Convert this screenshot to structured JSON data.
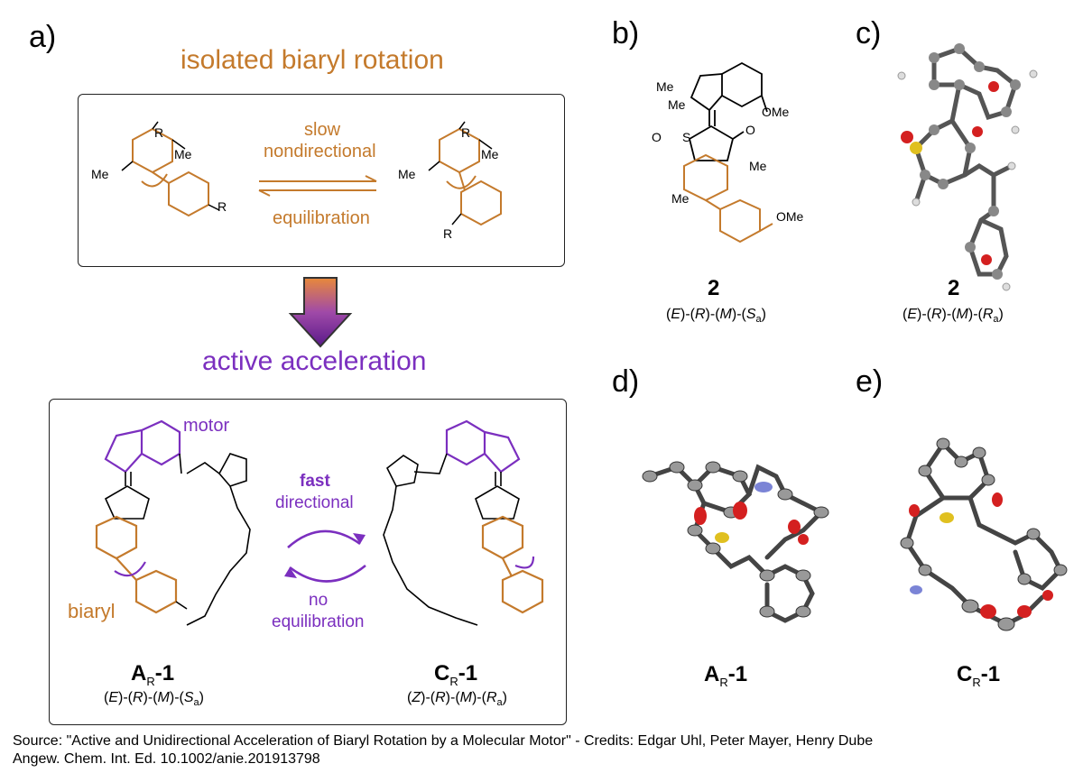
{
  "panels": {
    "a": "a)",
    "b": "b)",
    "c": "c)",
    "d": "d)",
    "e": "e)"
  },
  "heading_top": "isolated biaryl rotation",
  "heading_bottom": "active acceleration",
  "top_box": {
    "label_slow": "slow",
    "label_nondirectional": "nondirectional",
    "label_equilibration": "equilibration",
    "sub_r": "R",
    "sub_me": "Me"
  },
  "bottom_box": {
    "label_fast": "fast",
    "label_directional": "directional",
    "label_no": "no",
    "label_equilibration": "equilibration",
    "label_motor": "motor",
    "label_biaryl": "biaryl",
    "cmpd_left_main": "A",
    "cmpd_left_sub": "R",
    "cmpd_left_suffix": "-1",
    "cmpd_left_stereo": [
      "(",
      "E",
      ")-(",
      "R",
      ")-(",
      "M",
      ")-(",
      "S",
      "a",
      ")"
    ],
    "cmpd_right_main": "C",
    "cmpd_right_sub": "R",
    "cmpd_right_suffix": "-1",
    "cmpd_right_stereo": [
      "(",
      "Z",
      ")-(",
      "R",
      ")-(",
      "M",
      ")-(",
      "R",
      "a",
      ")"
    ]
  },
  "panel_b": {
    "compound": "2",
    "stereo": [
      "(",
      "E",
      ")-(",
      "R",
      ")-(",
      "M",
      ")-(",
      "S",
      "a",
      ")"
    ],
    "me1": "Me",
    "me2": "Me",
    "ome": "OMe",
    "ome2": "OMe",
    "me3": "Me",
    "me4": "Me",
    "s": "S",
    "o": "O"
  },
  "panel_c": {
    "compound": "2",
    "stereo": [
      "(",
      "E",
      ")-(",
      "R",
      ")-(",
      "M",
      ")-(",
      "R",
      "a",
      ")"
    ]
  },
  "panel_d": {
    "main": "A",
    "sub": "R",
    "suffix": "-1"
  },
  "panel_e": {
    "main": "C",
    "sub": "R",
    "suffix": "-1"
  },
  "source_line1": "Source: \"Active and Unidirectional Acceleration of Biaryl Rotation by a Molecular Motor\" - Credits: Edgar Uhl, Peter Mayer, Henry Dube",
  "source_line2": "Angew. Chem. Int. Ed. 10.1002/anie.201913798",
  "colors": {
    "orange": "#c47a2c",
    "purple": "#7b2fbf",
    "frame": "#222222"
  }
}
